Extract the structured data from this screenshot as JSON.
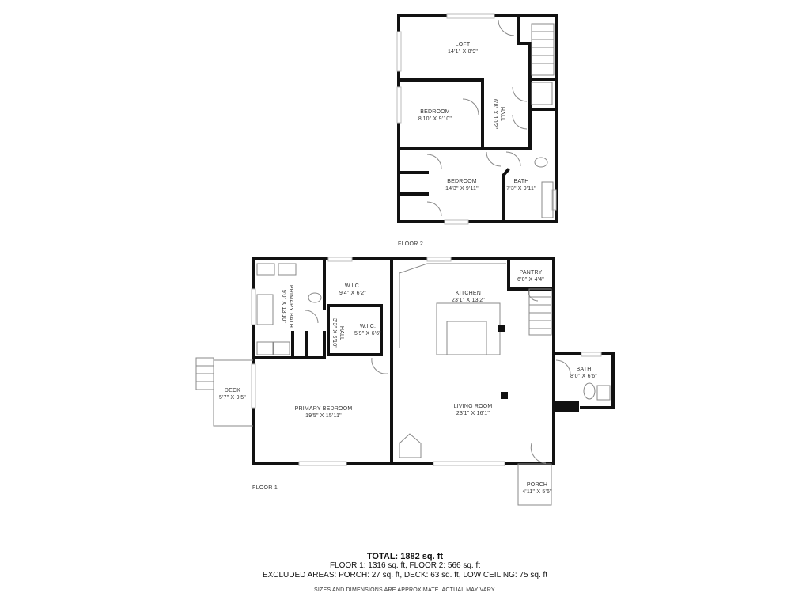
{
  "floor2": {
    "label": "FLOOR 2",
    "rooms": [
      {
        "name": "LOFT",
        "dims": "14'1\" X 8'9\""
      },
      {
        "name": "HALL",
        "dims": "6'8\" X 10'2\""
      },
      {
        "name": "BEDROOM",
        "dims": "8'10\" X 9'10\""
      },
      {
        "name": "BEDROOM",
        "dims": "14'3\" X 9'11\""
      },
      {
        "name": "BATH",
        "dims": "7'3\" X 9'11\""
      }
    ]
  },
  "floor1": {
    "label": "FLOOR 1",
    "rooms": [
      {
        "name": "PRIMARY BATH",
        "dims": "9'0\" X 13'10\""
      },
      {
        "name": "W.I.C.",
        "dims": "9'4\" X 6'2\""
      },
      {
        "name": "HALL",
        "dims": "3'3\" X 6'10\""
      },
      {
        "name": "W.I.C.",
        "dims": "5'9\" X 6'6\""
      },
      {
        "name": "KITCHEN",
        "dims": "23'1\" X 13'2\""
      },
      {
        "name": "PANTRY",
        "dims": "6'0\" X 4'4\""
      },
      {
        "name": "DECK",
        "dims": "5'7\" X 9'5\""
      },
      {
        "name": "PRIMARY BEDROOM",
        "dims": "19'5\" X 15'11\""
      },
      {
        "name": "LIVING ROOM",
        "dims": "23'1\" X 16'1\""
      },
      {
        "name": "BATH",
        "dims": "8'0\" X 6'6\""
      },
      {
        "name": "PORCH",
        "dims": "4'11\" X 5'6\""
      }
    ]
  },
  "summary": {
    "total": "TOTAL: 1882 sq. ft",
    "floors": "FLOOR 1: 1316 sq. ft, FLOOR 2: 566 sq. ft",
    "excluded": "EXCLUDED AREAS: PORCH: 27 sq. ft, DECK: 63 sq. ft, LOW CEILING: 75 sq. ft",
    "note": "SIZES AND DIMENSIONS ARE APPROXIMATE. ACTUAL MAY VARY."
  },
  "colors": {
    "wall": "#111111",
    "fixture": "#999999",
    "text": "#333333"
  }
}
